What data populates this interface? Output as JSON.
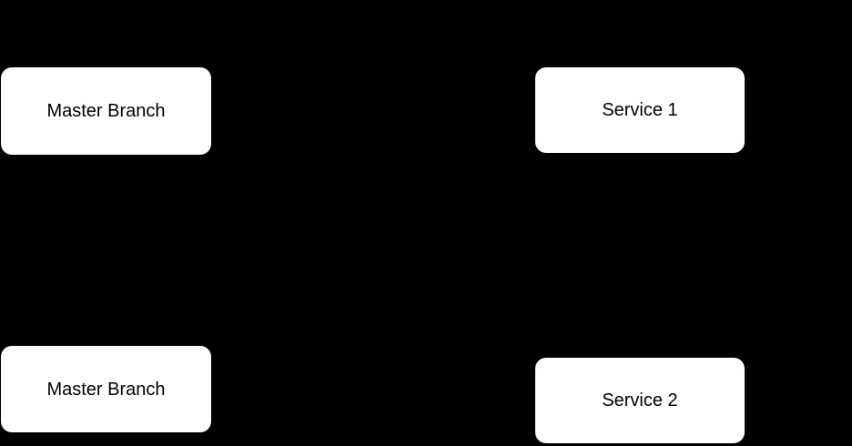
{
  "diagram": {
    "background_color": "#000000",
    "node_fill_color": "#ffffff",
    "node_text_color": "#000000",
    "nodes": [
      {
        "id": "master-branch-top",
        "label": "Master Branch"
      },
      {
        "id": "service-1",
        "label": "Service 1"
      },
      {
        "id": "master-branch-bottom",
        "label": "Master Branch"
      },
      {
        "id": "service-2",
        "label": "Service 2"
      }
    ]
  }
}
